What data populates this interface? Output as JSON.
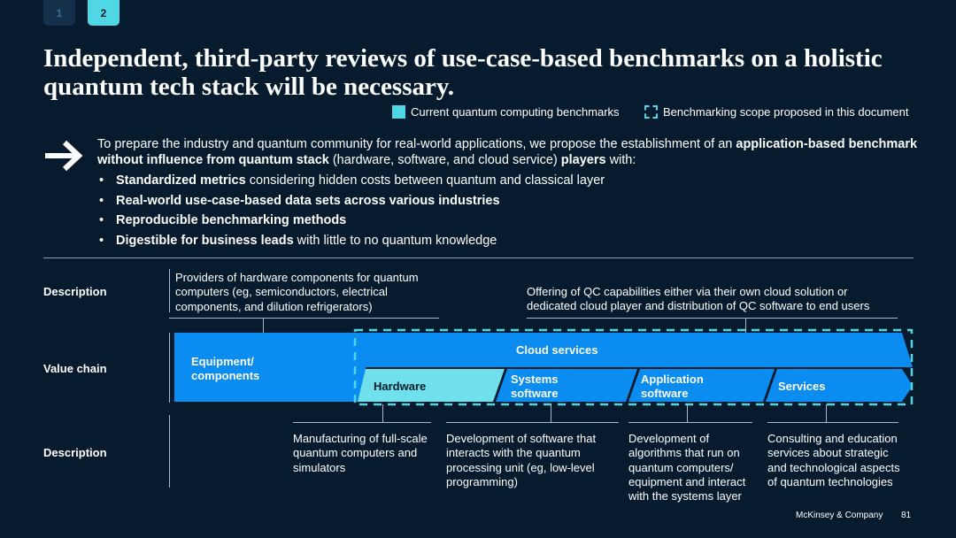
{
  "pagination": {
    "page_1": "1",
    "page_2": "2"
  },
  "title": "Independent, third-party reviews of use-case-based benchmarks on a holistic quantum tech stack will be necessary.",
  "legend": {
    "current": "Current quantum computing benchmarks",
    "proposed": "Benchmarking scope proposed in this document"
  },
  "intro": {
    "t1": "To prepare the industry and quantum community for real-world applications, we propose the establishment of an ",
    "b1": "application-based benchmark without influence from quantum stack",
    "t2": " (hardware, software, and cloud service) ",
    "b2": "players",
    "t3": " with:"
  },
  "bullets": [
    {
      "bold": "Standardized metrics",
      "rest": " considering hidden costs between quantum and classical layer"
    },
    {
      "bold": "Real-world use-case-based data sets across various industries",
      "rest": ""
    },
    {
      "bold": "Reproducible benchmarking methods",
      "rest": ""
    },
    {
      "bold": "Digestible for business leads",
      "rest": " with little to no quantum knowledge"
    }
  ],
  "rows": {
    "description_top": "Description",
    "value_chain": "Value chain",
    "description_bottom": "Description"
  },
  "top_descriptions": {
    "equipment": "Providers of hardware components for quantum computers (eg, semiconductors, electrical components, and dilution refrigerators)",
    "cloud": "Offering of QC capabilities either via their own cloud solution or dedicated cloud player and distribution of QC software to end users"
  },
  "value_chain": {
    "equipment": "Equipment/ components",
    "cloud": "Cloud services",
    "hardware": "Hardware",
    "systems": "Systems software",
    "application": "Application software",
    "services": "Services"
  },
  "bottom_descriptions": {
    "hardware": "Manufacturing of full-scale quantum computers and simulators",
    "systems": "Development of software that interacts with the quantum processing unit (eg, low-level programming)",
    "application": "Development of algorithms that run on quantum computers/ equipment and interact with the systems layer",
    "services": "Consulting and education services about strategic and technological aspects of quantum technologies"
  },
  "footer": {
    "source": "McKinsey & Company",
    "page": "81"
  },
  "colors": {
    "background": "#061b2d",
    "accent_cyan": "#4fd7e6",
    "chevron_blue": "#0a8cf0",
    "chevron_dark_blue": "#0d6fd6"
  },
  "icons": {
    "intro": "arrow-right-icon",
    "legend_solid": "cyan-square",
    "legend_dashed": "dashed-square"
  }
}
